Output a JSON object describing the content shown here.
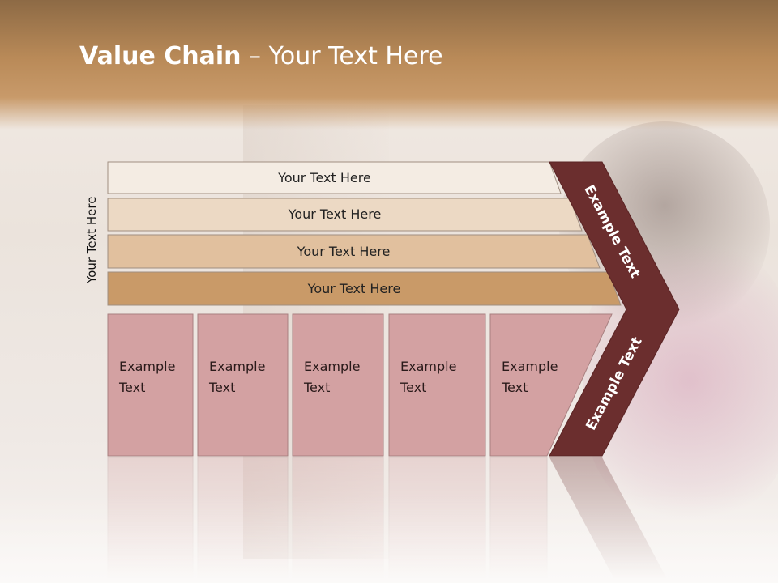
{
  "slide": {
    "title_bold": "Value Chain",
    "title_rest": " – Your Text Here",
    "side_label": "Your Text Here"
  },
  "rows": [
    {
      "label": "Your Text Here",
      "color": "#f4ece3"
    },
    {
      "label": "Your Text Here",
      "color": "#ecd9c4"
    },
    {
      "label": "Your Text Here",
      "color": "#e1c09e"
    },
    {
      "label": "Your Text Here",
      "color": "#c99a68"
    }
  ],
  "boxes": [
    {
      "line1": "Example",
      "line2": "Text"
    },
    {
      "line1": "Example",
      "line2": "Text"
    },
    {
      "line1": "Example",
      "line2": "Text"
    },
    {
      "line1": "Example",
      "line2": "Text"
    },
    {
      "line1": "Example",
      "line2": "Text"
    }
  ],
  "chevron": {
    "upper_label": "Example Text",
    "lower_label": "Example Text",
    "color": "#6b2e2e"
  },
  "colors": {
    "box_fill": "#d3a1a2",
    "box_stroke": "#a88080",
    "row_stroke": "#a08e80"
  }
}
